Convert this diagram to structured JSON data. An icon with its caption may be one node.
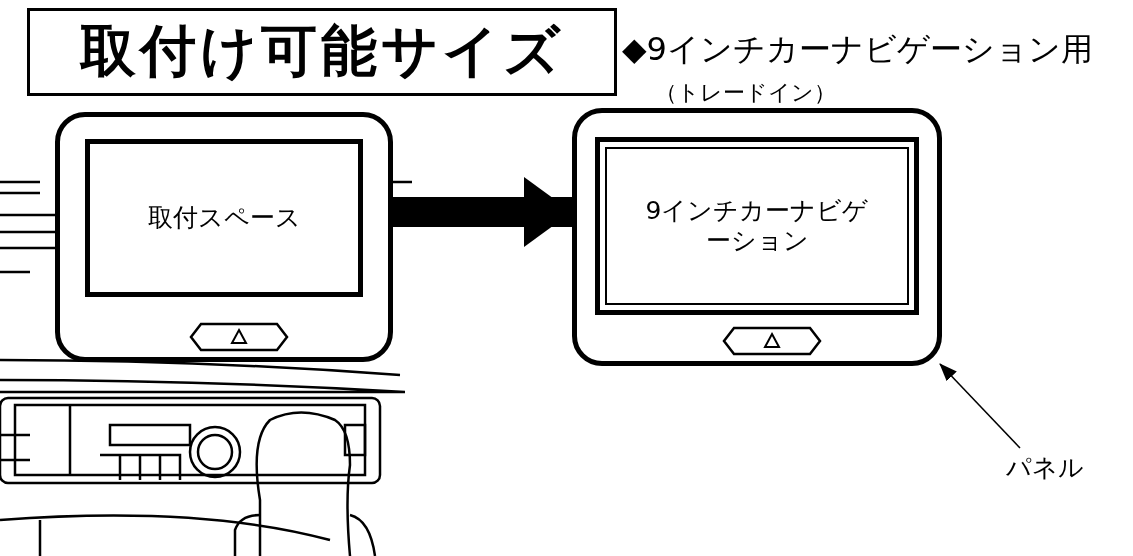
{
  "diagram": {
    "title": "取付け可能サイズ",
    "nodes": [
      {
        "text": [
          "取付スペース"
        ]
      },
      {
        "text": [
          "9インチカーナビゲーション"
        ]
      },
      {
        "text": [
          "パネル"
        ]
      }
    ],
    "edges": [
      {
        "from": 0,
        "to": 1,
        "arrow": "to",
        "style": "thick"
      },
      {
        "from": 2,
        "to": 1,
        "arrow": "to"
      }
    ],
    "labels": [
      "◆9インチカーナビゲーション用",
      "（トレードイン）"
    ]
  }
}
